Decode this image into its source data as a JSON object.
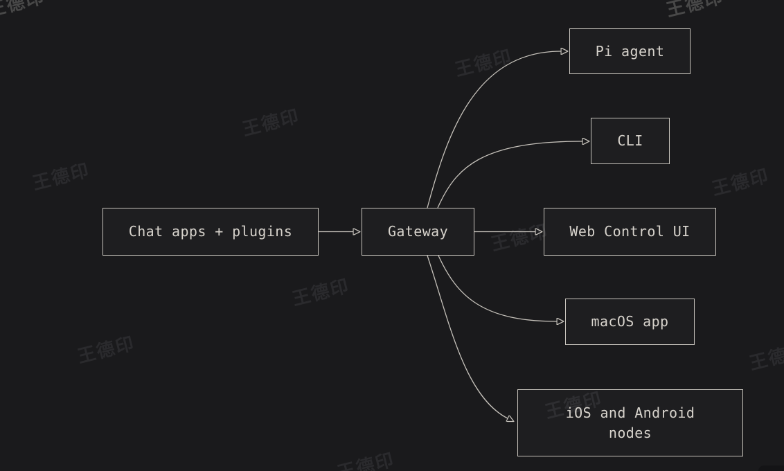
{
  "diagram": {
    "nodes": {
      "chat": {
        "label": "Chat apps + plugins"
      },
      "gateway": {
        "label": "Gateway"
      },
      "pi": {
        "label": "Pi agent"
      },
      "cli": {
        "label": "CLI"
      },
      "web": {
        "label": "Web Control UI"
      },
      "macos": {
        "label": "macOS app"
      },
      "ios": {
        "line1": "iOS and Android",
        "line2": "nodes"
      }
    },
    "edges": [
      {
        "from": "Chat apps + plugins",
        "to": "Gateway"
      },
      {
        "from": "Gateway",
        "to": "Pi agent"
      },
      {
        "from": "Gateway",
        "to": "CLI"
      },
      {
        "from": "Gateway",
        "to": "Web Control UI"
      },
      {
        "from": "Gateway",
        "to": "macOS app"
      },
      {
        "from": "Gateway",
        "to": "iOS and Android nodes"
      }
    ]
  },
  "watermark": {
    "text": "王德印"
  },
  "colors": {
    "background": "#1a1a1c",
    "node_fill": "#1e1e20",
    "node_border": "#c9c5be",
    "node_text": "#d7d3cc",
    "edge": "#c6c2bb",
    "watermark_dim": "rgba(215,215,220,0.09)",
    "watermark_bright": "rgba(212,210,205,0.25)"
  }
}
